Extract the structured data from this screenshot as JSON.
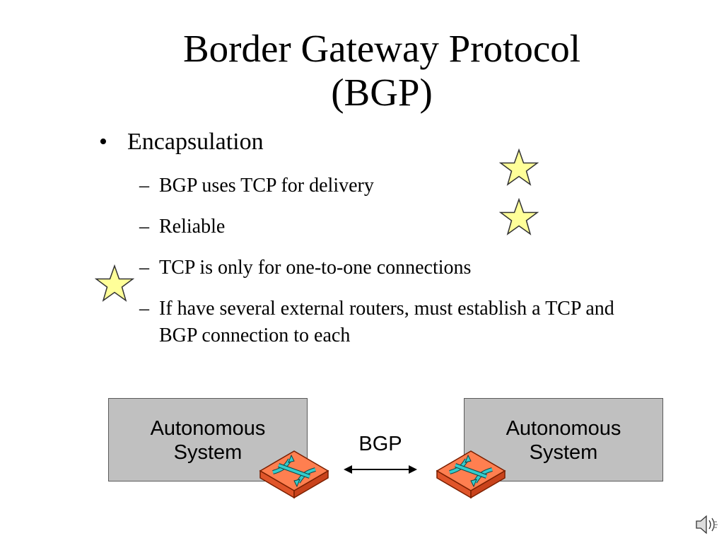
{
  "slide": {
    "title_line1": "Border Gateway Protocol",
    "title_line2": "(BGP)",
    "bullet_symbol": "•",
    "main_bullet": "Encapsulation",
    "dash_symbol": "–",
    "sub_bullets": [
      "BGP uses TCP for delivery",
      "Reliable",
      "TCP is only for one-to-one connections",
      "If have several external routers, must establish a TCP and BGP connection to each"
    ]
  },
  "diagram": {
    "left_box_line1": "Autonomous",
    "left_box_line2": "System",
    "right_box_line1": "Autonomous",
    "right_box_line2": "System",
    "link_label": "BGP",
    "router_icon": "router-icon",
    "colors": {
      "as_box": "#c0c0c0",
      "router_body": "#ff7f50",
      "router_arrows": "#33cccc",
      "star_fill": "#ffff99"
    }
  },
  "icons": {
    "star_icon": "star-icon",
    "speaker_icon": "speaker-icon"
  }
}
